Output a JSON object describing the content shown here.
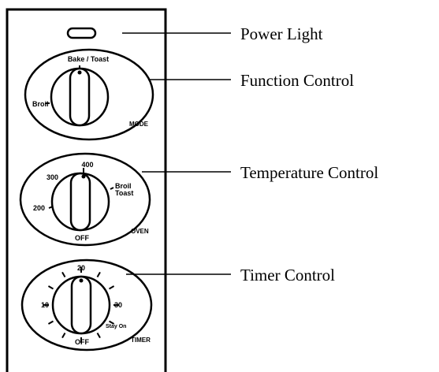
{
  "callouts": {
    "power_light": "Power Light",
    "function_control": "Function Control",
    "temperature_control": "Temperature Control",
    "timer_control": "Timer Control"
  },
  "function_knob": {
    "top_label": "Bake / Toast",
    "left_label": "Broil",
    "name": "MODE"
  },
  "temperature_knob": {
    "label_400": "400",
    "label_300": "300",
    "label_200": "200",
    "label_broil": "Broil",
    "label_toast": "Toast",
    "label_off": "OFF",
    "name": "OVEN"
  },
  "timer_knob": {
    "label_20": "20",
    "label_10": "10",
    "label_30": "30",
    "label_stay_on": "Stay On",
    "label_off": "OFF",
    "name": "TIMER"
  },
  "colors": {
    "stroke": "#000000",
    "background": "#ffffff"
  }
}
